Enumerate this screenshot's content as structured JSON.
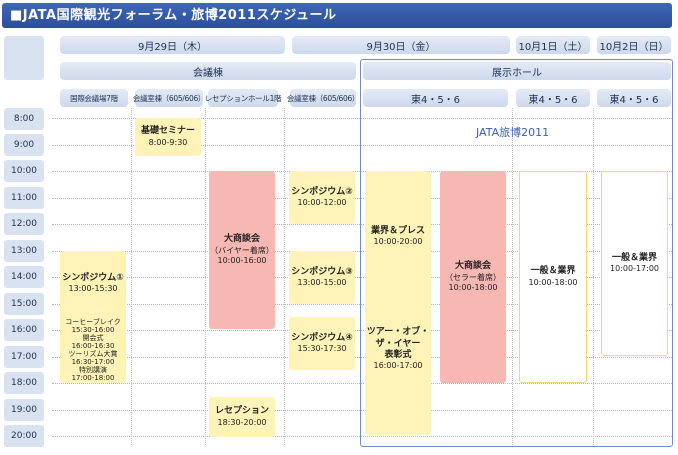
{
  "title": "■JATA国際観光フォーラム・旅博2011スケジュール",
  "dates": [
    "9月29日（木）",
    "9月30日（金）",
    "10月1日（土）",
    "10月2日（日）"
  ],
  "venues": [
    "会議棟",
    "展示ホール"
  ],
  "rooms": [
    "国際会議場7階",
    "会議室棟（605/606）",
    "レセプションホール1階",
    "会議室棟（605/606）",
    "東4・5・6",
    "東4・5・6",
    "東4・5・6"
  ],
  "times": [
    "8:00",
    "9:00",
    "10:00",
    "11:00",
    "12:00",
    "13:00",
    "14:00",
    "15:00",
    "16:00",
    "17:00",
    "18:00",
    "19:00",
    "20:00"
  ],
  "expo_label": "JATA旅博2011",
  "events": {
    "kiso": {
      "name": "基礎セミナー",
      "time": "8:00-9:30"
    },
    "sym1": {
      "name": "シンポジウム①",
      "time": "13:00-15:30"
    },
    "coffee": {
      "name": "コーヒーブレイク",
      "time": "15:30-16:00"
    },
    "opening": {
      "name": "開会式",
      "time": "16:00-16:30"
    },
    "award": {
      "name": "ツーリズム大賞",
      "time": "16:30-17:00"
    },
    "lecture": {
      "name": "特別講演",
      "time": "17:00-18:00"
    },
    "shodan1": {
      "name": "大商談会",
      "sub": "（バイヤー着席）",
      "time": "10:00-16:00"
    },
    "reception": {
      "name": "レセプション",
      "time": "18:30-20:00"
    },
    "sym2": {
      "name": "シンポジウム②",
      "time": "10:00-12:00"
    },
    "sym3": {
      "name": "シンポジウム③",
      "time": "13:00-15:00"
    },
    "sym4": {
      "name": "シンポジウム④",
      "time": "15:30-17:30"
    },
    "press": {
      "name": "業界＆プレス",
      "time": "10:00-20:00"
    },
    "tour_award": {
      "name": "ツアー・オブ・ザ・イヤー",
      "sub": "表彰式",
      "time": "16:00-17:00"
    },
    "shodan2": {
      "name": "大商談会",
      "sub": "（セラー着席）",
      "time": "10:00-18:00"
    },
    "general1": {
      "name": "一般＆業界",
      "time": "10:00-18:00"
    },
    "general2": {
      "name": "一般＆業界",
      "time": "10:00-17:00"
    }
  },
  "colors": {
    "title_bg": "#2c4f98",
    "header_bg": "#d5e0f0",
    "yellow": "#fff3b8",
    "pink": "#f7b7b3",
    "frame": "#6f8fc4"
  }
}
